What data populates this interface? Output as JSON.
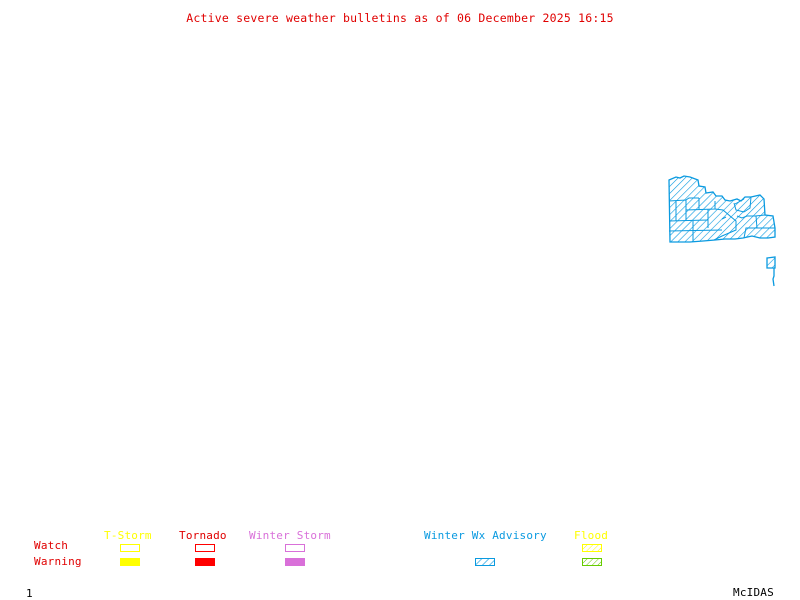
{
  "title": "Active severe weather bulletins as of 06 December 2025 16:15",
  "legend": {
    "row_labels": {
      "watch": "Watch",
      "warning": "Warning"
    },
    "row_label_color": "#e00000",
    "categories": [
      {
        "key": "tstorm",
        "label": "T-Storm",
        "color": "#ffff00",
        "watch": "outline",
        "warning": "filled"
      },
      {
        "key": "tornado",
        "label": "Tornado",
        "color": "#ff0000",
        "watch": "outline",
        "warning": "filled"
      },
      {
        "key": "winter_storm",
        "label": "Winter Storm",
        "color": "#d970d9",
        "watch": "outline",
        "warning": "filled"
      },
      {
        "key": "winter_wx_advisory",
        "label": "Winter Wx Advisory",
        "color": "#0a9ae0",
        "watch": null,
        "warning": "hatched"
      },
      {
        "key": "flood",
        "label": "Flood",
        "color": "#ffff00",
        "warning_color": "#66cc00",
        "watch": "hatched",
        "warning": "hatched"
      }
    ]
  },
  "map": {
    "active_areas": [
      {
        "type": "Winter Wx Advisory",
        "color": "#0a9ae0",
        "style": "hatched"
      }
    ]
  },
  "footer": {
    "frame_number": "1",
    "software": "McIDAS"
  }
}
